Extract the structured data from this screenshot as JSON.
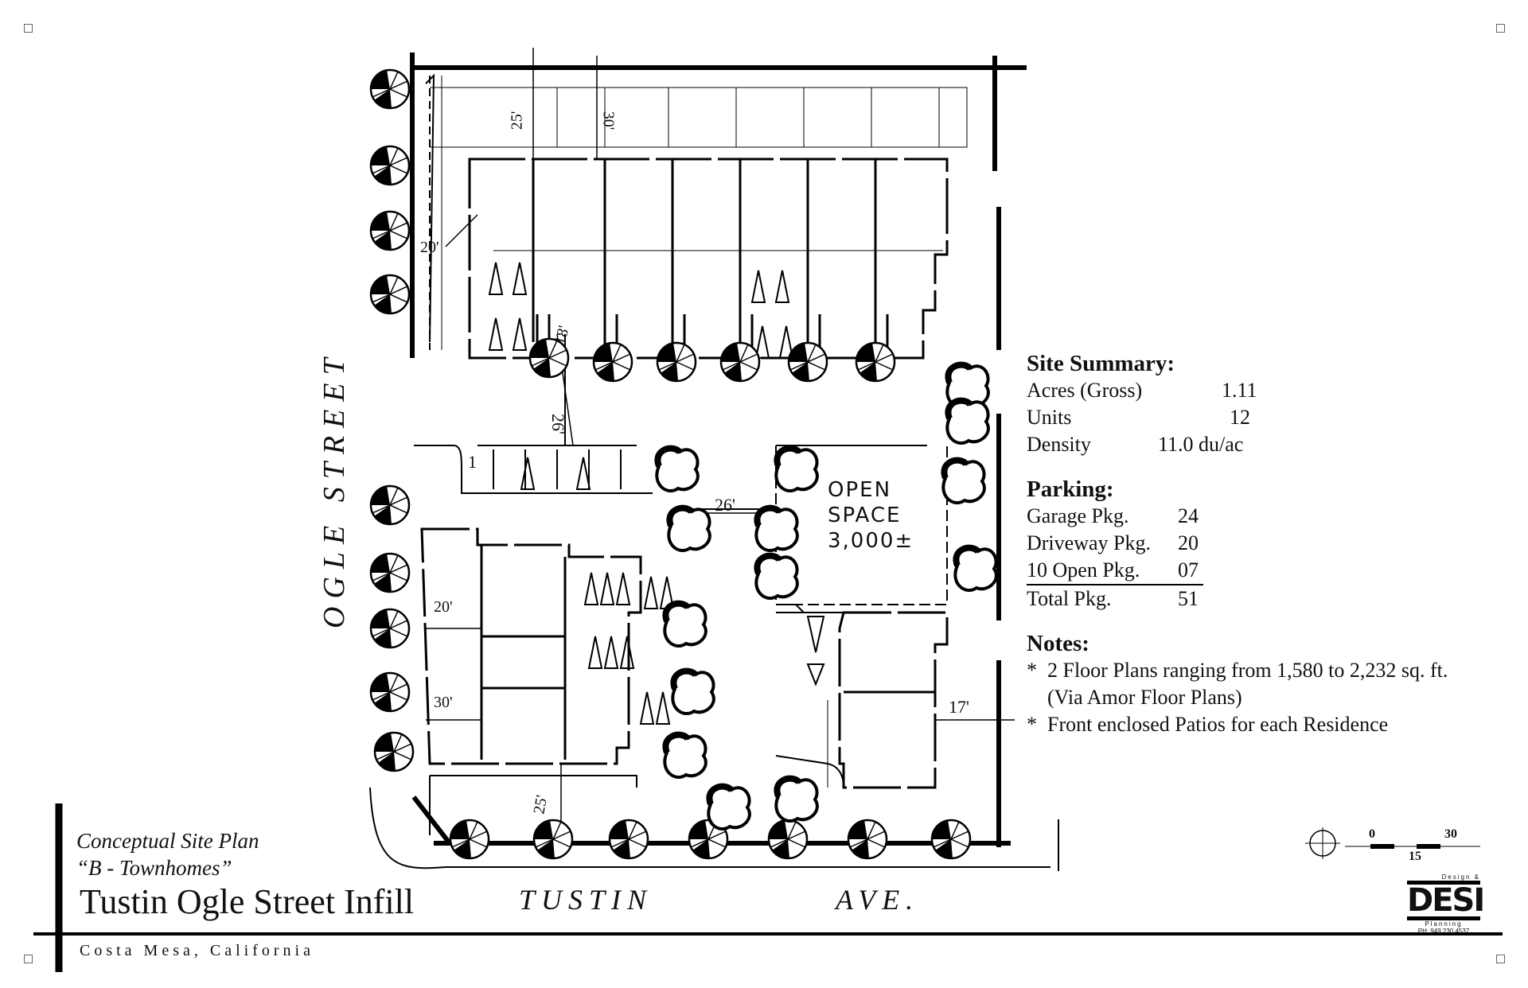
{
  "streets": {
    "west": "OGLE   STREET",
    "south_left": "TUSTIN",
    "south_right": "AVE."
  },
  "site_annotations": {
    "open_space": "OPEN SPACE 3,000±",
    "dim_25_top": "25'",
    "dim_30_top": "30'",
    "dim_20_upper": "20'",
    "dim_18": "18'",
    "dim_26_vertical": "26'",
    "dim_26_horizontal": "26'",
    "dim_20_lower": "20'",
    "dim_30_lower": "30'",
    "dim_25_bottom": "25'",
    "dim_17": "17'",
    "space_number": "1"
  },
  "summary": {
    "title": "Site Summary:",
    "rows": [
      {
        "label": "Acres (Gross)",
        "value": "1.11"
      },
      {
        "label": "Units",
        "value": "12"
      },
      {
        "label": "Density",
        "value": "11.0 du/ac"
      }
    ]
  },
  "parking": {
    "title": "Parking:",
    "rows": [
      {
        "label": "Garage Pkg.",
        "value": "24"
      },
      {
        "label": "Driveway Pkg.",
        "value": "20"
      },
      {
        "label": "10 Open Pkg.",
        "value": "07"
      },
      {
        "label": "Total Pkg.",
        "value": "51"
      }
    ]
  },
  "notes": {
    "title": "Notes:",
    "items": [
      "*  2 Floor Plans ranging from 1,580 to 2,232 sq. ft.",
      "    (Via Amor Floor Plans)",
      "*  Front enclosed Patios for each Residence"
    ]
  },
  "title_block": {
    "subtitle_1": "Conceptual Site Plan",
    "subtitle_2": "“B - Townhomes”",
    "title": "Tustin Ogle Street  Infill",
    "location": "Costa Mesa, California"
  },
  "scale_bar": {
    "label_0": "0",
    "label_15": "15",
    "label_30": "30"
  },
  "logo": {
    "mark": "DESI",
    "line_1": "Design &",
    "line_2": "Planning",
    "phone": "PH: 949.230.4537"
  },
  "colors": {
    "ink": "#111111",
    "paper": "#ffffff"
  },
  "icons": [
    "north-arrow-icon",
    "tree-icon",
    "parking-space-icon"
  ]
}
